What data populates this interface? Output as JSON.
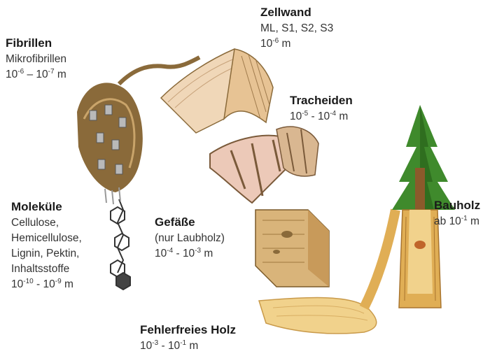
{
  "labels": {
    "zellwand": {
      "title": "Zellwand",
      "line1": "ML, S1, S2, S3",
      "scale": {
        "base1": "10",
        "exp1": "-6",
        "unit": " m"
      }
    },
    "fibrillen": {
      "title": "Fibrillen",
      "line1": "Mikrofibrillen",
      "scale": {
        "base1": "10",
        "exp1": "-6",
        "sep": " – ",
        "base2": "10",
        "exp2": "-7",
        "unit": " m"
      }
    },
    "tracheiden": {
      "title": "Tracheiden",
      "scale": {
        "base1": "10",
        "exp1": "-5",
        "sep": " - ",
        "base2": "10",
        "exp2": "-4",
        "unit": " m"
      }
    },
    "molekuele": {
      "title": "Moleküle",
      "lines": [
        "Cellulose,",
        "Hemicellulose,",
        "Lignin, Pektin,",
        "Inhaltsstoffe"
      ],
      "scale": {
        "base1": "10",
        "exp1": "-10",
        "sep": " - ",
        "base2": "10",
        "exp2": "-9",
        "unit": " m"
      }
    },
    "gefaesse": {
      "title": "Gefäße",
      "line1": "(nur Laubholz)",
      "scale": {
        "base1": "10",
        "exp1": "-4",
        "sep": " - ",
        "base2": "10",
        "exp2": "-3",
        "unit": " m"
      }
    },
    "bauholz": {
      "title": "Bauholz",
      "scale": {
        "prefix": "ab ",
        "base1": "10",
        "exp1": "-1",
        "unit": " m"
      }
    },
    "fehlerfreies_holz": {
      "title": "Fehlerfreies Holz",
      "scale": {
        "base1": "10",
        "exp1": "-3",
        "sep": " - ",
        "base2": "10",
        "exp2": "-1",
        "unit": " m"
      }
    }
  },
  "colors": {
    "wood_light": "#f1d28c",
    "wood_mid": "#e0ae55",
    "wood_dark": "#a8742e",
    "fibril": "#8a6a3a",
    "foliage": "#3f8a2c",
    "cell_pink": "#ecc9b8"
  }
}
